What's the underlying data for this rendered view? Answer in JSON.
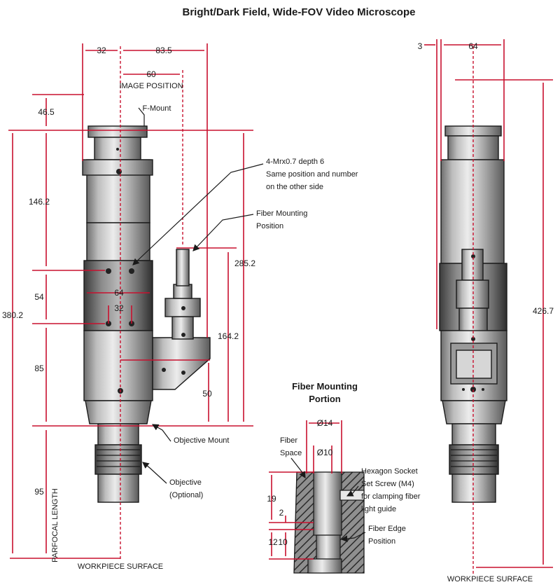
{
  "title": "Bright/Dark Field, Wide-FOV Video Microscope",
  "front_view": {
    "dims": {
      "d32_top": "32",
      "d83_5": "83.5",
      "d60": "60",
      "d46_5": "46.5",
      "d146_2": "146.2",
      "d380_2": "380.2",
      "d54": "54",
      "d64": "64",
      "d32_mid": "32",
      "d85": "85",
      "d95": "95",
      "d285_2": "285.2",
      "d164_2": "164.2",
      "d50": "50"
    },
    "labels": {
      "image_position": "IMAGE POSITION",
      "f_mount": "F-Mount",
      "tap_line1": "4-Mrx0.7 depth 6",
      "tap_line2": "Same position and number",
      "tap_line3": "on the other side",
      "fiber_line1": "Fiber Mounting",
      "fiber_line2": "Position",
      "objective_mount": "Objective Mount",
      "objective_line1": "Objective",
      "objective_line2": "(Optional)",
      "parfocal": "PARFOCAL LENGTH",
      "workpiece": "WORKPIECE SURFACE"
    }
  },
  "detail": {
    "title_line1": "Fiber Mounting",
    "title_line2": "Portion",
    "dims": {
      "d14": "Ø14",
      "d10_dia": "Ø10",
      "d19": "19",
      "d2": "2",
      "d12": "12",
      "d10": "10"
    },
    "labels": {
      "fiber_space1": "Fiber",
      "fiber_space2": "Space",
      "hex_line1": "Hexagon Socket",
      "hex_line2": "Set Screw (M4)",
      "hex_line3": "for clamping fiber",
      "hex_line4": "light guide",
      "edge_line1": "Fiber Edge",
      "edge_line2": "Position"
    }
  },
  "side_view": {
    "dims": {
      "d3": "3",
      "d64": "64",
      "d426_7": "426.7"
    },
    "labels": {
      "workpiece": "WORKPIECE SURFACE"
    }
  }
}
